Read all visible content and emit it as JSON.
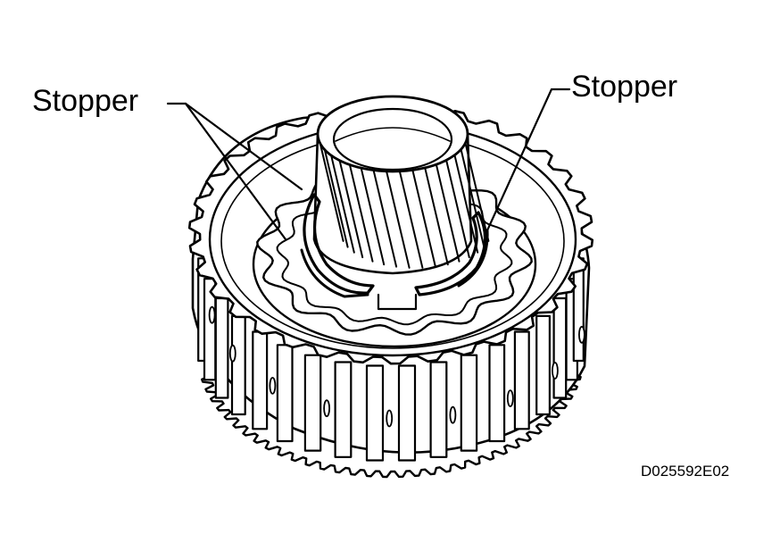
{
  "labels": {
    "stopper_left": "Stopper",
    "stopper_right": "Stopper"
  },
  "figure_code": "D025592E02",
  "colors": {
    "ink": "#000000",
    "paper": "#ffffff"
  }
}
